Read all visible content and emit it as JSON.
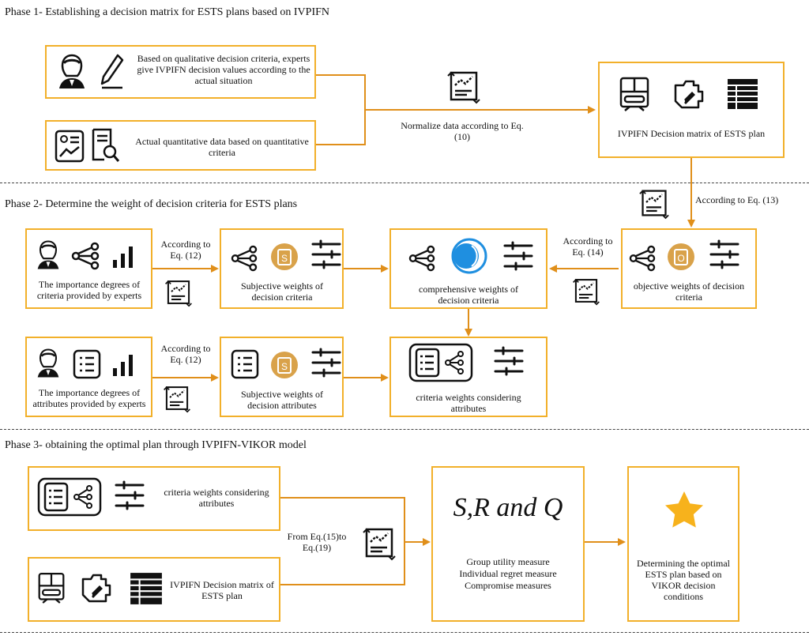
{
  "phases": {
    "p1": "Phase 1- Establishing a decision matrix for ESTS plans based on IVPIFN",
    "p2": "Phase 2- Determine the weight of decision criteria for ESTS plans",
    "p3": "Phase 3- obtaining the optimal plan through IVPIFN-VIKOR model"
  },
  "phase1": {
    "experts_box": "Based on qualitative decision criteria, experts give IVPIFN decision values according to the actual situation",
    "quant_box": "Actual quantitative data based on quantitative criteria",
    "normalize_label": "Normalize data according to Eq.(10)",
    "matrix_box": "IVPIFN Decision matrix of ESTS plan"
  },
  "phase2": {
    "eq13_label": "According to Eq. (13)",
    "importance_criteria": "The importance degrees of criteria  provided by experts",
    "eq12_label_a": "According to Eq. (12)",
    "subjective_criteria": "Subjective weights of decision criteria",
    "comprehensive": "comprehensive weights of decision criteria",
    "eq14_label": "According to Eq. (14)",
    "objective": "objective weights of decision criteria",
    "importance_attributes": "The importance degrees of attributes  provided by experts",
    "eq12_label_b": "According to Eq. (12)",
    "subjective_attributes": "Subjective weights of decision attributes",
    "criteria_attr": "criteria weights considering attributes",
    "badge_s": "S",
    "badge_o": "O"
  },
  "phase3": {
    "criteria_attr": "criteria weights considering attributes",
    "matrix": "IVPIFN Decision matrix of ESTS plan",
    "eq15_label": "From Eq.(15)to Eq.(19)",
    "srq_title": "S,R and Q",
    "srq_line1": "Group utility measure",
    "srq_line2": "Individual regret measure",
    "srq_line3": "Compromise measures",
    "optimal": "Determining the optimal ESTS plan based on VIKOR decision conditions"
  },
  "colors": {
    "box_border": "#f2b02a",
    "arrow": "#e08f1a",
    "badge": "#d9a24a",
    "blue": "#1f8fe0",
    "star": "#f7b21c"
  },
  "icons": [
    "expert-icon",
    "pencil-icon",
    "id-card-icon",
    "document-search-icon",
    "chart-doc-icon",
    "train-icon",
    "engine-icon",
    "table-icon",
    "network-icon",
    "bar-chart-icon",
    "sliders-icon",
    "badge-icon",
    "overlap-circles-icon",
    "list-icon",
    "list-network-icon",
    "star-icon"
  ]
}
